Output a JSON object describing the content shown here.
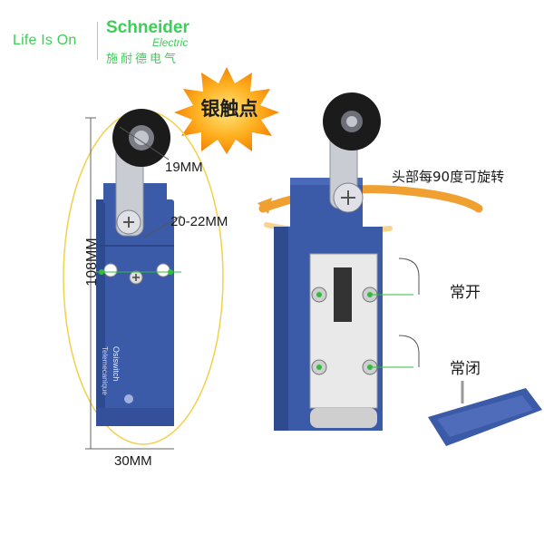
{
  "header": {
    "tagline": "Life Is On",
    "brand": "Schneider",
    "brand_sub": "Electric",
    "brand_cn": "施耐德电气"
  },
  "badge": {
    "text": "银触点"
  },
  "dimensions": {
    "roller_diameter": "19MM",
    "lever_length": "20-22MM",
    "height": "108MM",
    "width": "30MM"
  },
  "annotations": {
    "rotation": "头部每90度可旋转",
    "normally_open": "常开",
    "normally_closed": "常闭"
  },
  "device": {
    "maker_label": "Telemecanique",
    "model_label": "Osiswitch"
  },
  "colors": {
    "brand_green": "#3dcd58",
    "body_blue": "#3b5aa8",
    "ellipse_yellow": "#f2d04a",
    "arrow_orange": "#f0a030"
  }
}
